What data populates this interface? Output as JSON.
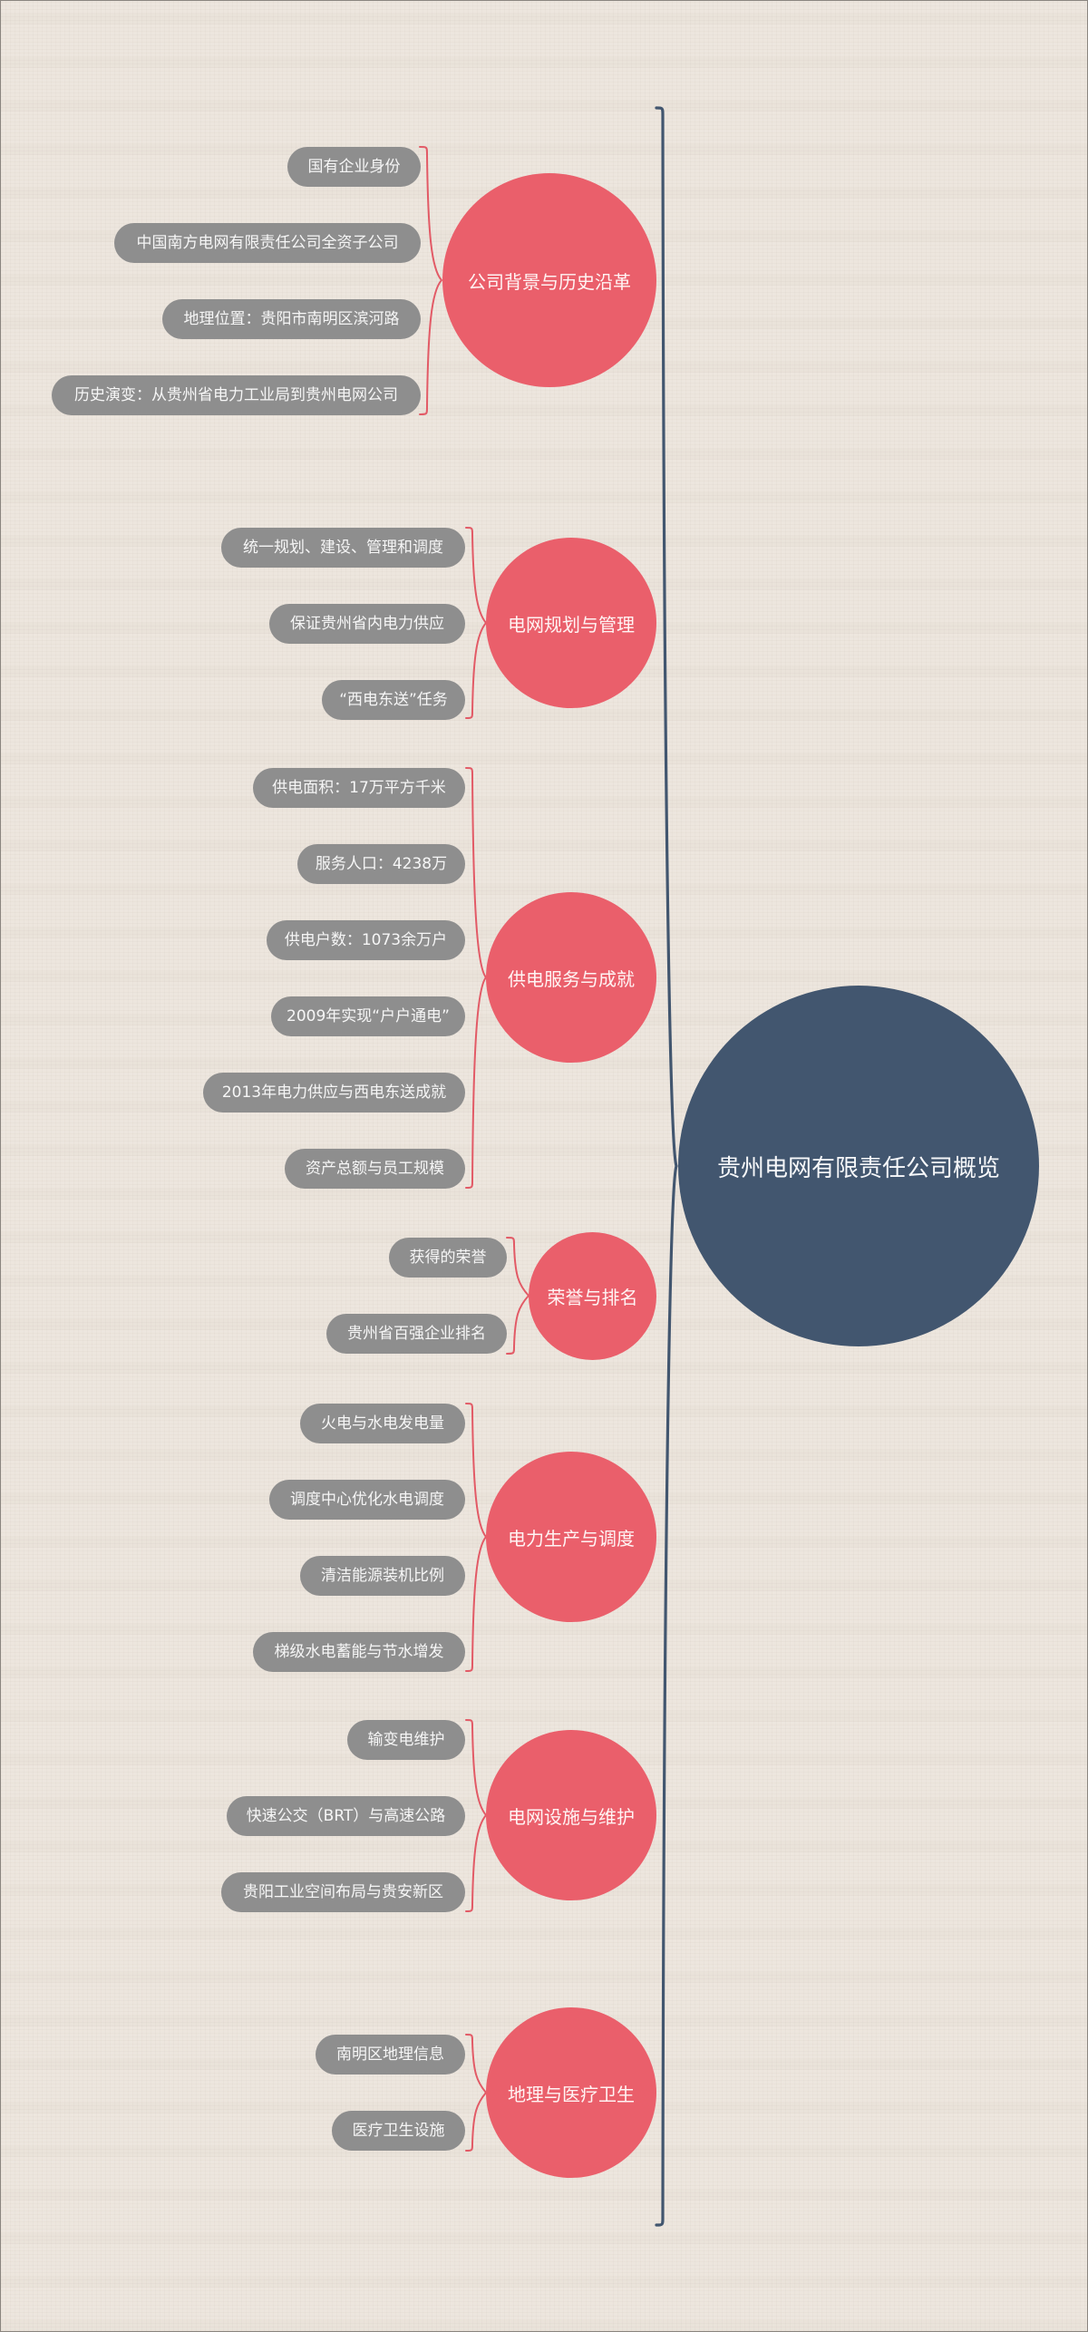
{
  "mindmap": {
    "root": {
      "label": "贵州电网有限责任公司概览"
    },
    "branches": [
      {
        "label": "公司背景与历史沿革",
        "children": [
          "国有企业身份",
          "中国南方电网有限责任公司全资子公司",
          "地理位置：贵阳市南明区滨河路",
          "历史演变：从贵州省电力工业局到贵州电网公司"
        ]
      },
      {
        "label": "电网规划与管理",
        "children": [
          "统一规划、建设、管理和调度",
          "保证贵州省内电力供应",
          "“西电东送”任务"
        ]
      },
      {
        "label": "供电服务与成就",
        "children": [
          "供电面积：17万平方千米",
          "服务人口：4238万",
          "供电户数：1073余万户",
          "2009年实现“户户通电”",
          "2013年电力供应与西电东送成就",
          "资产总额与员工规模"
        ]
      },
      {
        "label": "荣誉与排名",
        "children": [
          "获得的荣誉",
          "贵州省百强企业排名"
        ]
      },
      {
        "label": "电力生产与调度",
        "children": [
          "火电与水电发电量",
          "调度中心优化水电调度",
          "清洁能源装机比例",
          "梯级水电蓄能与节水增发"
        ]
      },
      {
        "label": "电网设施与维护",
        "children": [
          "输变电维护",
          "快速公交（BRT）与高速公路",
          "贵阳工业空间布局与贵安新区"
        ]
      },
      {
        "label": "地理与医疗卫生",
        "children": [
          "南明区地理信息",
          "医疗卫生设施"
        ]
      }
    ],
    "colors": {
      "root": "#42566f",
      "branch": "#ea5f6b",
      "leaf": "#8e8e8e",
      "branch_connector": "#e25a66",
      "background": "#ede6de"
    }
  }
}
